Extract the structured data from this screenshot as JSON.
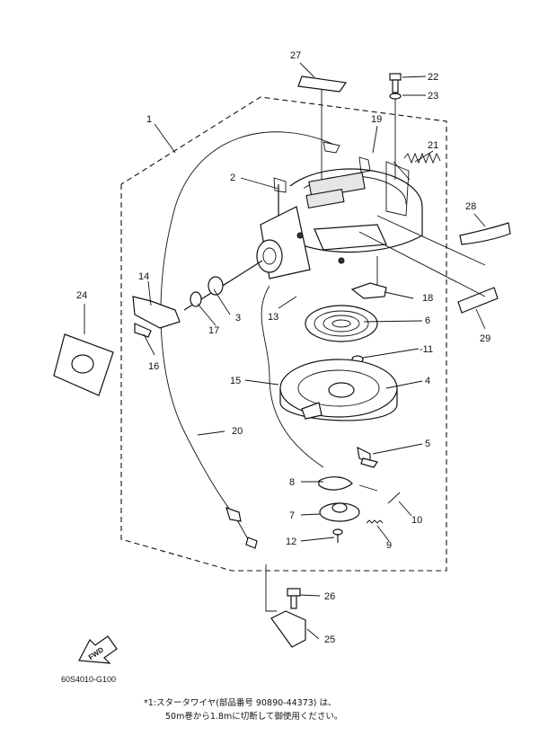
{
  "diagram": {
    "callouts": [
      "1",
      "2",
      "3",
      "4",
      "5",
      "6",
      "7",
      "8",
      "9",
      "10",
      "-11",
      "12",
      "13",
      "14",
      "15",
      "16",
      "17",
      "18",
      "19",
      "20",
      "21",
      "22",
      "23",
      "24",
      "25",
      "26",
      "27",
      "28",
      "29"
    ],
    "drawing_code": "60S4010-G100",
    "fwd_label": "FWD",
    "footnote_line1": "*1:スタータワイヤ(部品番号 90890-44373) は、",
    "footnote_line2": "50m巻から1.8mに切断して御使用ください。"
  }
}
